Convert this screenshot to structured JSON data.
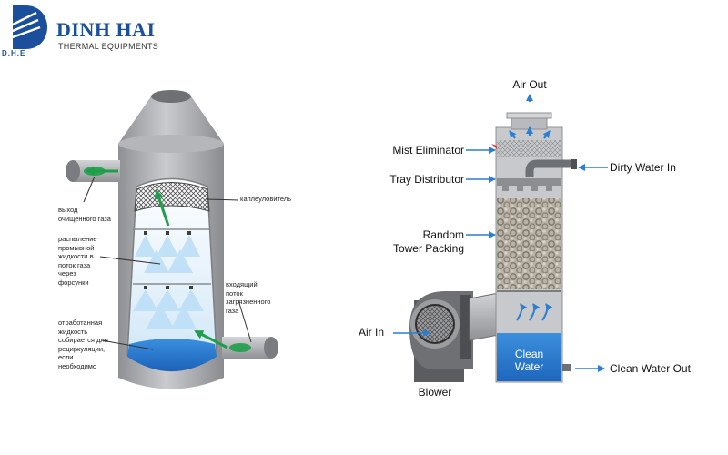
{
  "brand": {
    "name": "DINH HAI",
    "subtitle": "THERMAL EQUIPMENTS",
    "abbr": "D.H.E",
    "color": "#1b4f9c"
  },
  "left_diagram": {
    "labels": {
      "mist_eliminator": "каплеуловитель",
      "clean_gas_outlet": "выход\nочищенного газа",
      "spraying": "распыление\nпромывной\nжидкости в\nпоток газа\nчерез\nфорсунки",
      "dirty_gas_inlet": "входящий\nпоток\nзагрязненного\nгаза",
      "spent_liquid": "отработанная\nжидкость\nсобирается для\nрециркуляции,\nесли\nнеобходимо"
    }
  },
  "right_diagram": {
    "labels": {
      "air_out": "Air Out",
      "mist_eliminator": "Mist Eliminator",
      "dirty_water_in": "Dirty Water In",
      "tray_distributor": "Tray Distributor",
      "random_tower_packing": "Random\nTower Packing",
      "air_in": "Air In",
      "blower": "Blower",
      "clean_water": "Clean\nWater",
      "clean_water_out": "Clean Water Out"
    }
  },
  "colors": {
    "arrow_blue": "#2a7fd4",
    "arrow_green": "#1f9e4a",
    "water_blue": "#2b7fd6",
    "metal_gray": "#a7a9ac"
  }
}
